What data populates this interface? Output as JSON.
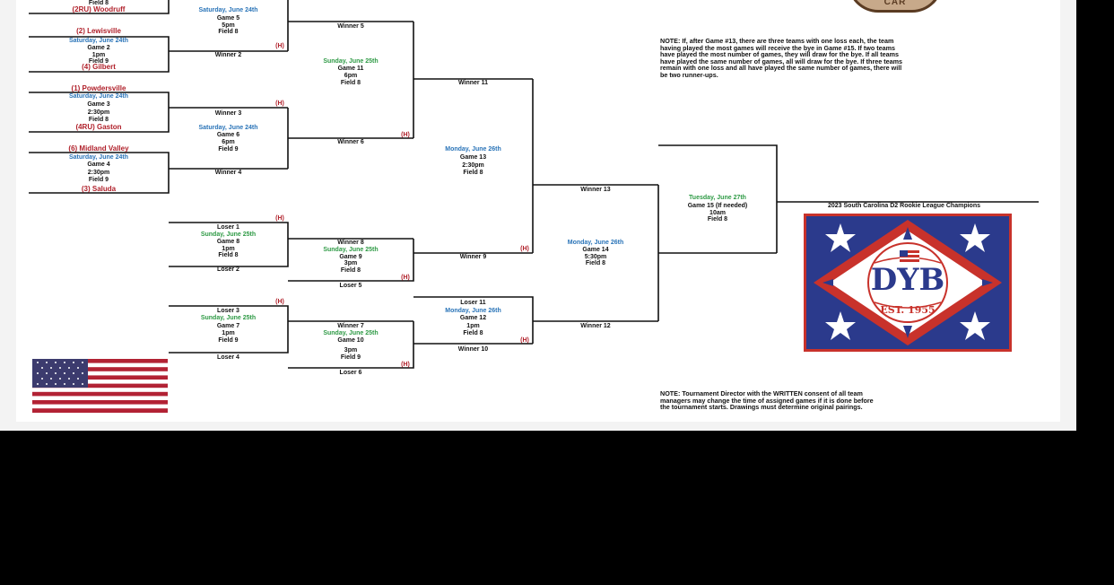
{
  "bracket": {
    "g1": {
      "field": "Field 8",
      "team_bottom": "(2RU) Woodruff"
    },
    "g2": {
      "team_top": "(2) Lewisville",
      "date": "Saturday, June 24th",
      "game": "Game 2",
      "time": "1pm",
      "field": "Field 9",
      "team_bottom": "(4) Gilbert"
    },
    "g3": {
      "team_top": "(1) Powdersville",
      "date": "Saturday, June 24th",
      "game": "Game 3",
      "time": "2:30pm",
      "field": "Field 8",
      "team_bottom": "(4RU) Gaston"
    },
    "g4": {
      "team_top": "(6) Midland Valley",
      "date": "Saturday, June 24th",
      "game": "Game 4",
      "time": "2:30pm",
      "field": "Field 9",
      "team_bottom": "(3) Saluda"
    },
    "g5": {
      "date": "Saturday, June 24th",
      "game": "Game 5",
      "time": "5pm",
      "field": "Field 8",
      "bottom": "Winner 2",
      "home": "(H)"
    },
    "g6": {
      "top": "Winner 3",
      "date": "Saturday, June 24th",
      "game": "Game 6",
      "time": "6pm",
      "field": "Field 9",
      "bottom": "Winner 4",
      "home": "(H)"
    },
    "g7": {
      "top": "Loser 3",
      "date": "Sunday, June 25th",
      "game": "Game 7",
      "time": "1pm",
      "field": "Field 9",
      "bottom": "Loser 4",
      "home": "(H)"
    },
    "g8": {
      "top": "Loser 1",
      "date": "Sunday, June 25th",
      "game": "Game 8",
      "time": "1pm",
      "field": "Field 8",
      "bottom": "Loser 2",
      "home": "(H)"
    },
    "g9": {
      "top": "Winner 8",
      "date": "Sunday, June 25th",
      "game": "Game 9",
      "time": "3pm",
      "field": "Field 8",
      "bottom": "Loser 5",
      "home": "(H)"
    },
    "g10": {
      "top": "Winner 7",
      "date": "Sunday, June 25th",
      "game": "Game 10",
      "time": "3pm",
      "field": "Field 9",
      "bottom": "Loser 6",
      "home": "(H)"
    },
    "g11": {
      "top": "Winner 5",
      "date": "Sunday, June 25th",
      "game": "Game 11",
      "time": "6pm",
      "field": "Field 8",
      "bottom": "Winner 6",
      "home": "(H)"
    },
    "g12": {
      "top": "Loser 11",
      "date": "Monday, June 26th",
      "game": "Game 12",
      "time": "1pm",
      "field": "Field 8",
      "bottom": "Winner 10",
      "home": "(H)"
    },
    "g13": {
      "top": "Winner 11",
      "date": "Monday, June 26th",
      "game": "Game 13",
      "time": "2:30pm",
      "field": "Field 8",
      "bottom": "Winner 9",
      "home": "(H)"
    },
    "g14": {
      "top": "Winner 13",
      "date": "Monday, June 26th",
      "game": "Game 14",
      "time": "5:30pm",
      "field": "Field 8",
      "bottom": "Winner 12"
    },
    "g15": {
      "date": "Tuesday, June 27th",
      "game": "Game 15 (If needed)",
      "time": "10am",
      "field": "Field 8"
    }
  },
  "champion_label": "2023 South Carolina D2 Rookie League Champions",
  "note_top": [
    "NOTE: If, after Game #13, there are three teams with one loss each, the team",
    "having played the most games will receive the bye in Game #15. If two teams",
    "have played the most number of games, they will draw for the bye. If all teams",
    "have played the same number of games, all will draw for the bye. If three teams",
    "remain with one loss and all have played the same number of games, there will",
    "be two runner-ups."
  ],
  "note_bottom": [
    "NOTE: Tournament Director with the WRITTEN consent of all team",
    "managers may change the time of assigned games if it is done before",
    "the tournament starts. Drawings must determine original pairings."
  ],
  "logo": {
    "text": "DYB",
    "est": "EST. 1955",
    "patch_text": "CAR"
  },
  "colors": {
    "team_red": "#b0202a",
    "date_blue": "#2a74b8",
    "date_green": "#2e9a45",
    "logo_navy": "#2b3a8c",
    "logo_red": "#c8322b"
  }
}
